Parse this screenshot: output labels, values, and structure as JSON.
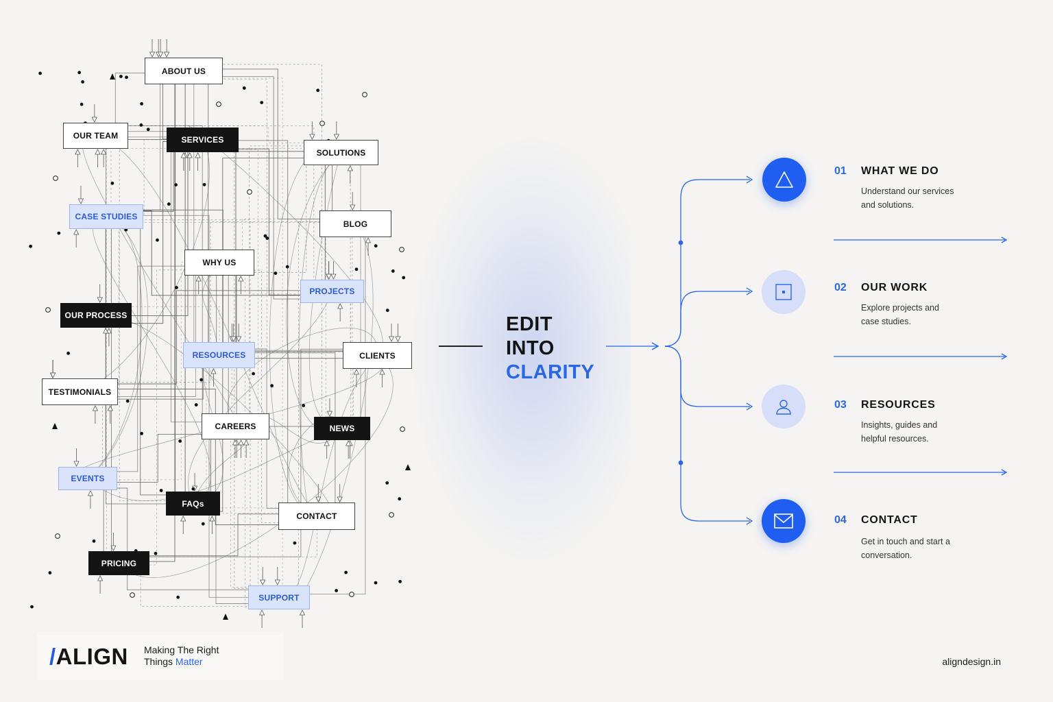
{
  "diagram": {
    "nodes": [
      {
        "id": "about",
        "label": "ABOUT US",
        "style": "light"
      },
      {
        "id": "team",
        "label": "OUR TEAM",
        "style": "light"
      },
      {
        "id": "services",
        "label": "SERVICES",
        "style": "dark"
      },
      {
        "id": "solutions",
        "label": "SOLUTIONS",
        "style": "light"
      },
      {
        "id": "case",
        "label": "CASE STUDIES",
        "style": "blue"
      },
      {
        "id": "blog",
        "label": "BLOG",
        "style": "light"
      },
      {
        "id": "why",
        "label": "WHY US",
        "style": "light"
      },
      {
        "id": "projects",
        "label": "PROJECTS",
        "style": "blue"
      },
      {
        "id": "process",
        "label": "OUR PROCESS",
        "style": "dark"
      },
      {
        "id": "resources",
        "label": "RESOURCES",
        "style": "blue"
      },
      {
        "id": "clients",
        "label": "CLIENTS",
        "style": "light"
      },
      {
        "id": "testimonials",
        "label": "TESTIMONIALS",
        "style": "light"
      },
      {
        "id": "careers",
        "label": "CAREERS",
        "style": "light"
      },
      {
        "id": "news",
        "label": "NEWS",
        "style": "dark"
      },
      {
        "id": "events",
        "label": "EVENTS",
        "style": "blue"
      },
      {
        "id": "faqs",
        "label": "FAQs",
        "style": "dark"
      },
      {
        "id": "contact",
        "label": "CONTACT",
        "style": "light"
      },
      {
        "id": "pricing",
        "label": "PRICING",
        "style": "dark"
      },
      {
        "id": "support",
        "label": "SUPPORT",
        "style": "blue"
      }
    ]
  },
  "headline": {
    "line1": "EDIT",
    "line2": "INTO",
    "line3": "CLARITY"
  },
  "items": [
    {
      "num": "01",
      "title": "WHAT WE DO",
      "desc": "Understand our services and solutions.",
      "icon": "triangle-icon"
    },
    {
      "num": "02",
      "title": "OUR WORK",
      "desc": "Explore projects and case studies.",
      "icon": "square-icon"
    },
    {
      "num": "03",
      "title": "RESOURCES",
      "desc": "Insights, guides and helpful resources.",
      "icon": "user-icon"
    },
    {
      "num": "04",
      "title": "CONTACT",
      "desc": "Get in touch and start a conversation.",
      "icon": "mail-icon"
    }
  ],
  "brand": {
    "logo": "ALIGN",
    "tagline_line1": "Making The Right",
    "tagline_line2_plain": "Things",
    "tagline_line2_accent": "Matter",
    "site": "aligndesign.in"
  },
  "colors": {
    "accent": "#2a66e6",
    "accent_solid": "#1f5ef0",
    "accent_soft": "#d6defa",
    "node_blue_fill": "#d9e3fb",
    "dark_node": "#141414",
    "background": "#f5f4f2"
  }
}
